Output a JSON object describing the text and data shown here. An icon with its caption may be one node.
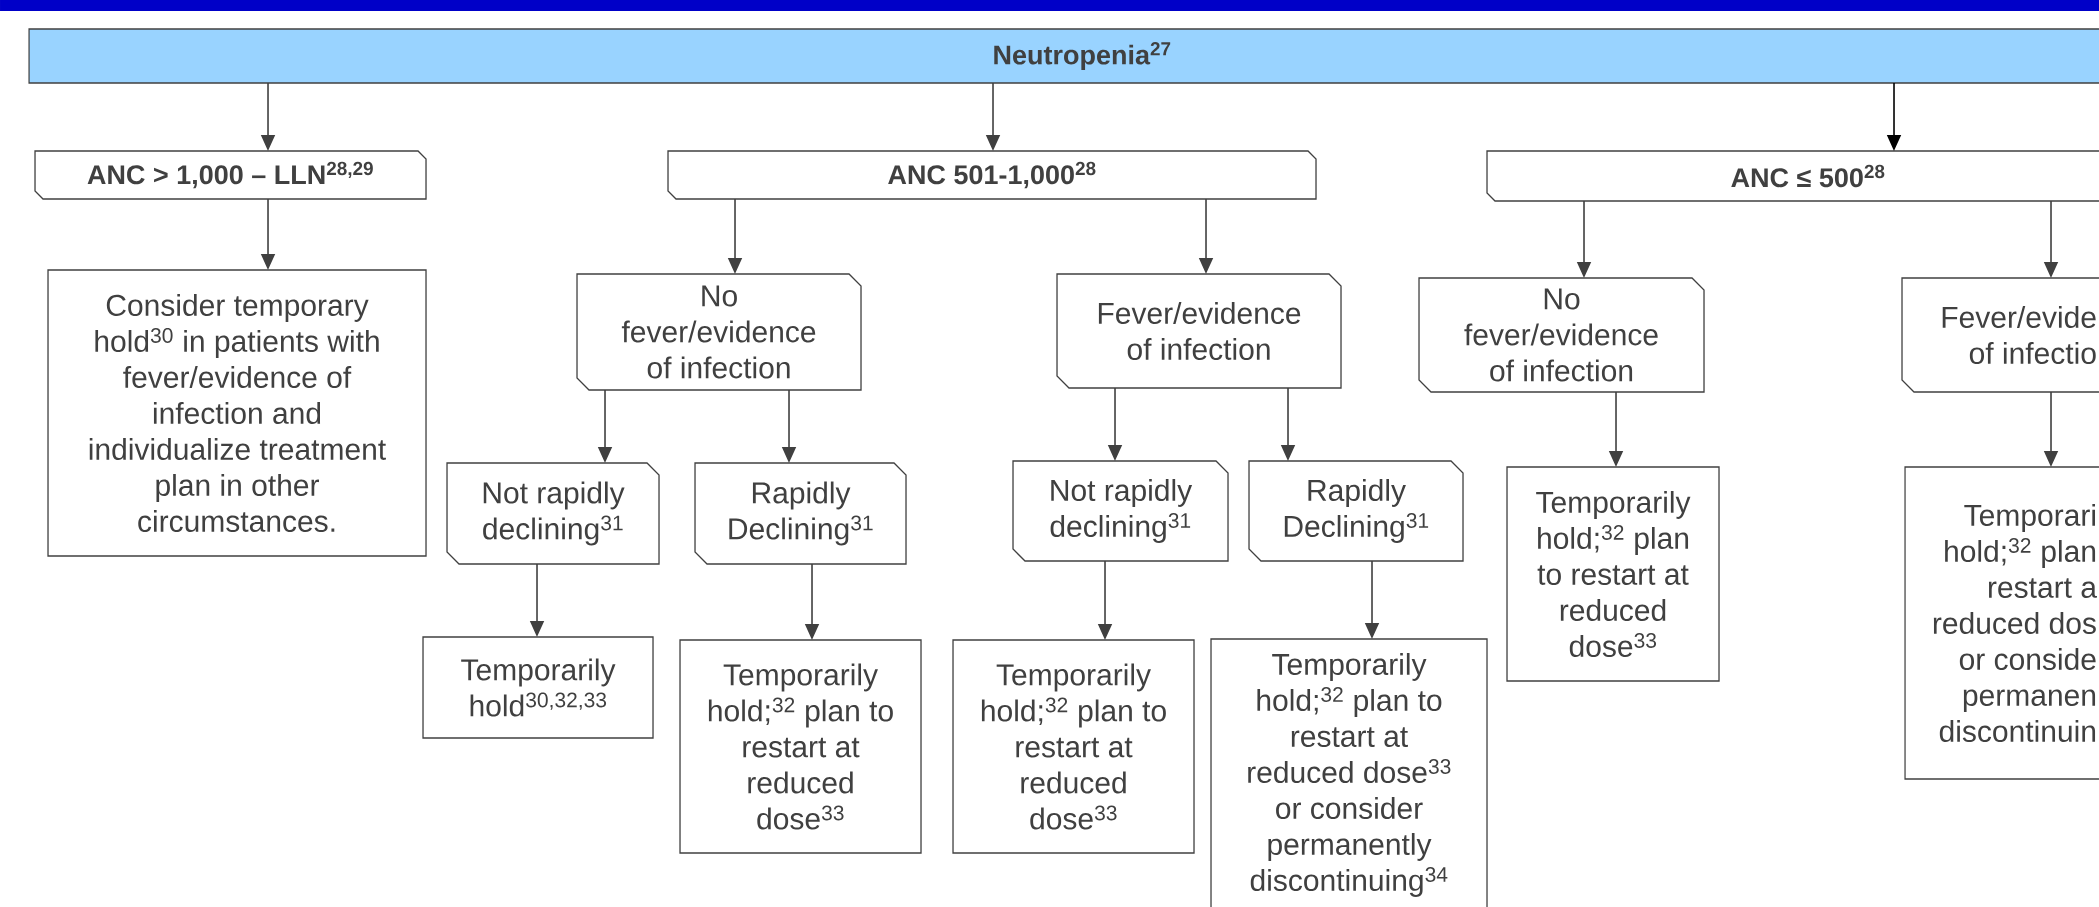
{
  "diagram": {
    "nodes": [
      {
        "text": [
          "Neutropenia$^{27}$"
        ]
      },
      {
        "text": [
          "ANC > 1,000 – LLN$^{28,29}$"
        ]
      },
      {
        "text": [
          "ANC 501-1,000$^{28}$"
        ]
      },
      {
        "text": [
          "ANC ≤ 500$^{28}$"
        ]
      },
      {
        "text": [
          "Consider temporary hold$^{30}$ in patients with fever/evidence of infection and individualize treatment plan in other circumstances."
        ]
      },
      {
        "text": [
          "No fever/evidence of infection"
        ]
      },
      {
        "text": [
          "Fever/evidence of infection"
        ]
      },
      {
        "text": [
          "No fever/evidence of infection"
        ]
      },
      {
        "text": [
          "Fever/evide of infectio"
        ]
      },
      {
        "text": [
          "Not rapidly declining$^{31}$"
        ]
      },
      {
        "text": [
          "Rapidly Declining$^{31}$"
        ]
      },
      {
        "text": [
          "Not rapidly declining$^{31}$"
        ]
      },
      {
        "text": [
          "Rapidly Declining$^{31}$"
        ]
      },
      {
        "text": [
          "Temporarily hold;$^{32}$ plan to restart at reduced dose$^{33}$"
        ]
      },
      {
        "text": [
          "Temporari hold;$^{32}$ plan restart a reduced dos or conside permanen discontinuin"
        ]
      },
      {
        "text": [
          "Temporarily hold$^{30,32,33}$"
        ]
      },
      {
        "text": [
          "Temporarily hold;$^{32}$ plan to restart at reduced dose$^{33}$"
        ]
      },
      {
        "text": [
          "Temporarily hold;$^{32}$ plan to restart at reduced dose$^{33}$"
        ]
      },
      {
        "text": [
          "Temporarily hold;$^{32}$ plan to restart at reduced dose$^{33}$ or consider permanently discontinuing$^{34}$"
        ]
      }
    ],
    "edges": [
      {
        "from": 0,
        "to": 1,
        "arrow": "to"
      },
      {
        "from": 0,
        "to": 2,
        "arrow": "to"
      },
      {
        "from": 0,
        "to": 3,
        "arrow": "to",
        "color": "#000000"
      },
      {
        "from": 1,
        "to": 4,
        "arrow": "to"
      },
      {
        "from": 2,
        "to": 5,
        "arrow": "to"
      },
      {
        "from": 2,
        "to": 6,
        "arrow": "to"
      },
      {
        "from": 3,
        "to": 7,
        "arrow": "to"
      },
      {
        "from": 3,
        "to": 8,
        "arrow": "to"
      },
      {
        "from": 5,
        "to": 9,
        "arrow": "to"
      },
      {
        "from": 5,
        "to": 10,
        "arrow": "to"
      },
      {
        "from": 6,
        "to": 11,
        "arrow": "to"
      },
      {
        "from": 6,
        "to": 12,
        "arrow": "to"
      },
      {
        "from": 7,
        "to": 13,
        "arrow": "to"
      },
      {
        "from": 8,
        "to": 14,
        "arrow": "to"
      },
      {
        "from": 9,
        "to": 15,
        "arrow": "to"
      },
      {
        "from": 10,
        "to": 16,
        "arrow": "to"
      },
      {
        "from": 11,
        "to": 17,
        "arrow": "to"
      },
      {
        "from": 12,
        "to": 18,
        "arrow": "to"
      }
    ]
  }
}
